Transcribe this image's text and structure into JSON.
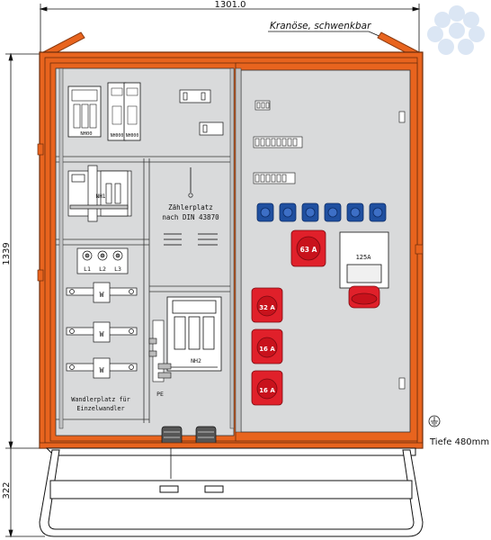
{
  "dimensions": {
    "width": "1301.0",
    "height": "1339",
    "base_height": "322",
    "depth": "Tiefe 480mm"
  },
  "labels": {
    "crane": "Kranöse, schwenkbar",
    "meter_line1": "Zählerplatz",
    "meter_line2": "nach DIN 43870",
    "wandler_line1": "Wandlerplatz für",
    "wandler_line2": "Einzelwandler",
    "nh00": "NH00",
    "nh000_a": "NH000",
    "nh000_b": "NH000",
    "nh1": "NH1",
    "nh2": "NH2",
    "l1": "L1",
    "l2": "L2",
    "l3": "L3",
    "w": "W",
    "pe": "PE"
  },
  "sockets": {
    "cee63": "63 A",
    "cee125": "125A",
    "cee32": "32 A",
    "cee16a": "16 A",
    "cee16b": "16 A"
  },
  "colors": {
    "frame": "#e8641e",
    "frame_dark": "#8a3a10",
    "panel": "#d9dadb",
    "socket_red": "#e0202a",
    "socket_blue": "#1f4fa0",
    "watermark": "#d5e3f3"
  }
}
